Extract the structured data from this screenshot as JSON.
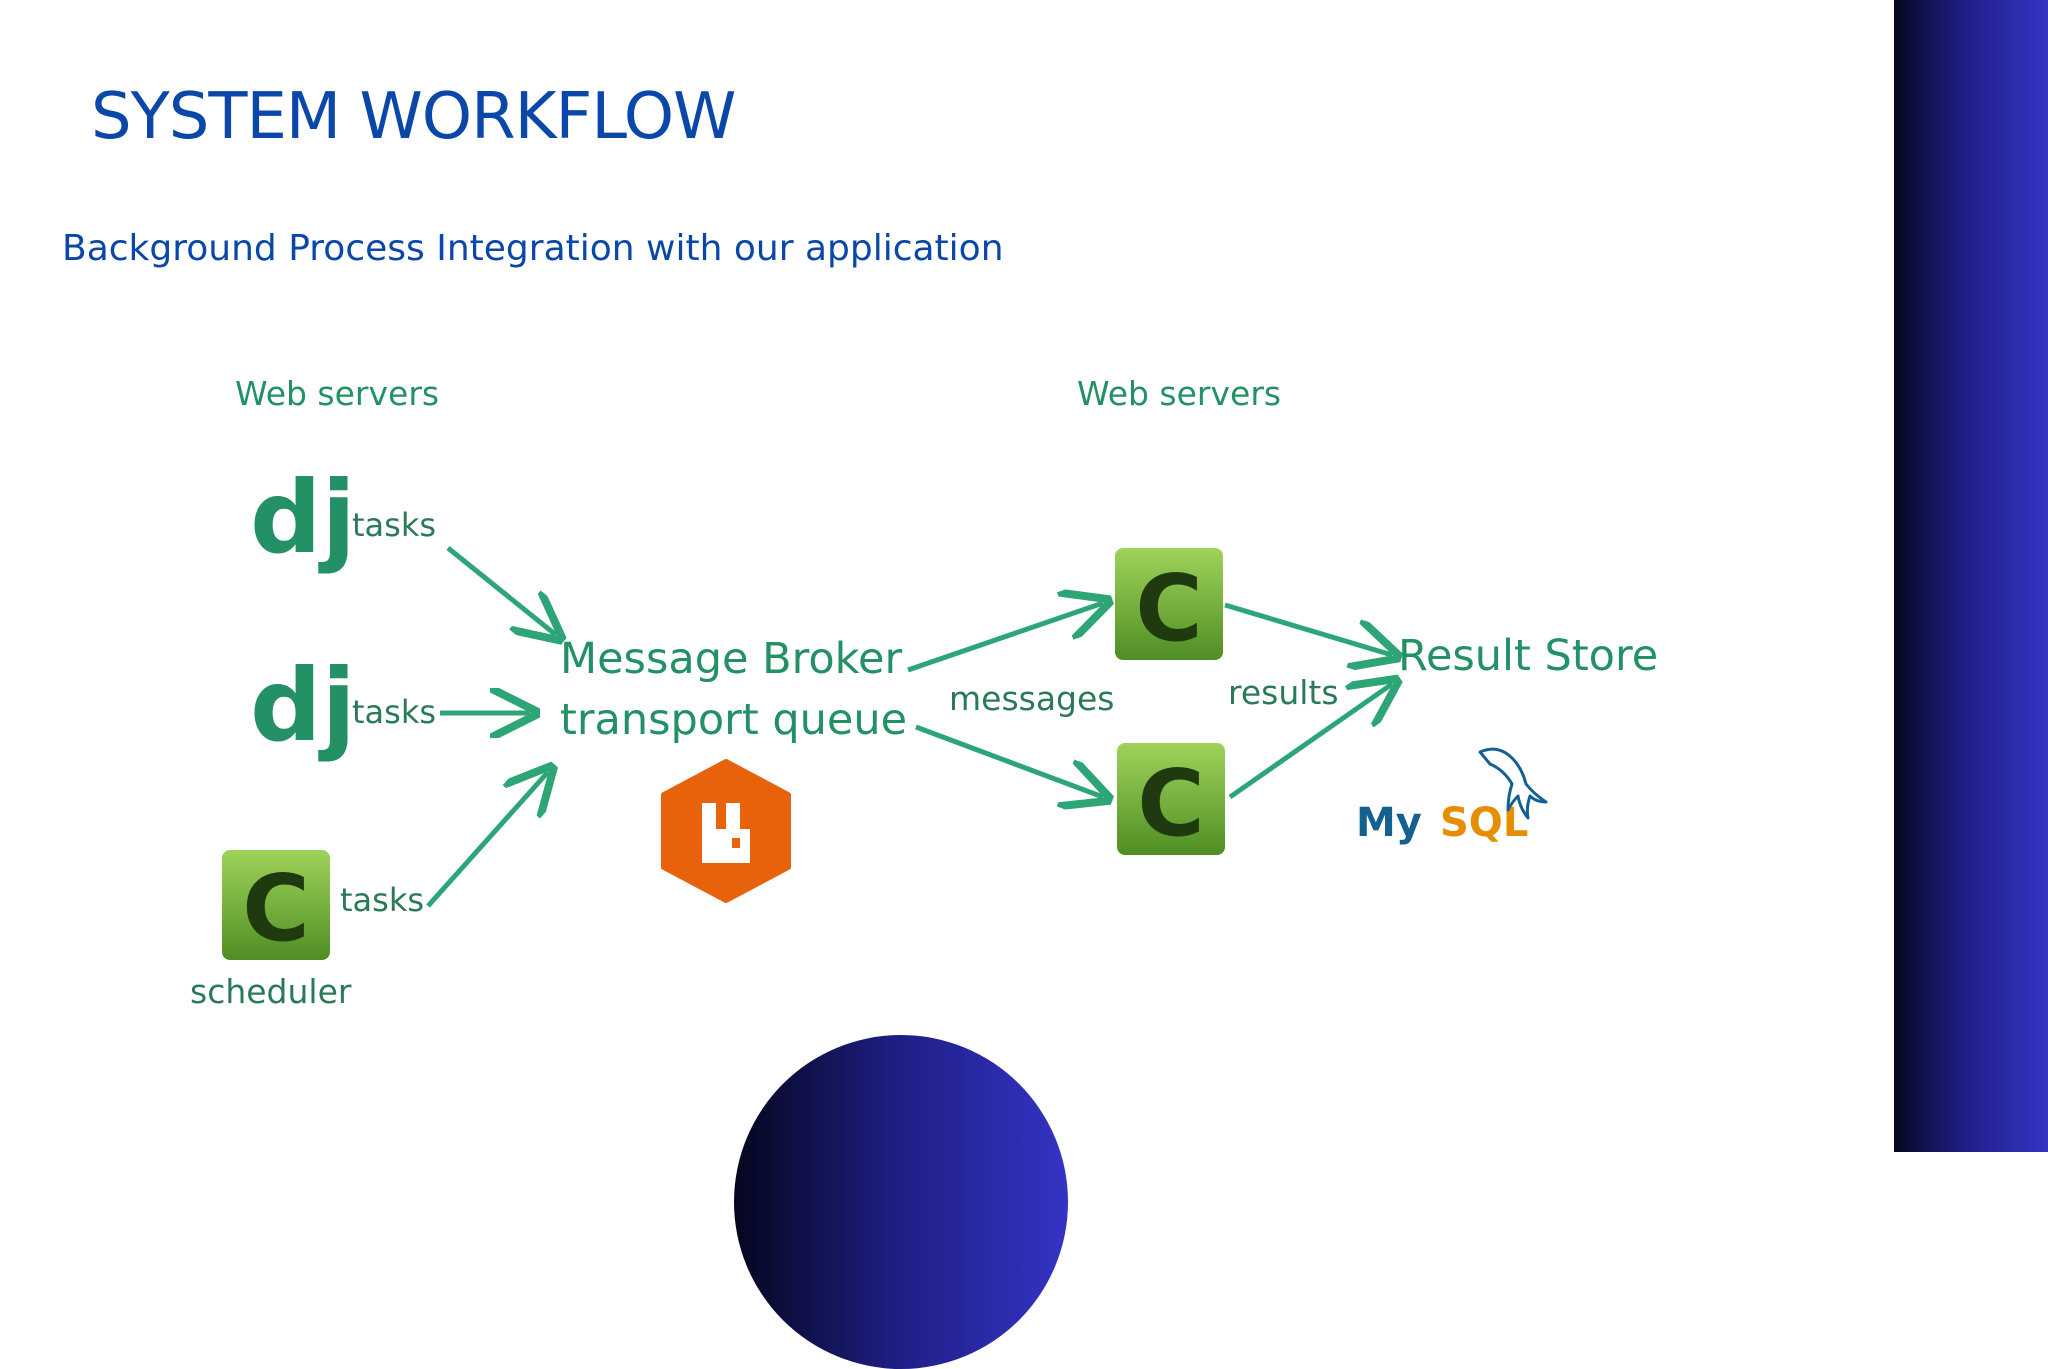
{
  "slide": {
    "title": "SYSTEM WORKFLOW",
    "subtitle": "Background Process Integration with our application"
  },
  "diagram": {
    "left_header": "Web servers",
    "right_header": "Web servers",
    "producers": [
      {
        "icon": "django-logo-icon",
        "logo_text": "dj",
        "edge_label": "tasks"
      },
      {
        "icon": "django-logo-icon",
        "logo_text": "dj",
        "edge_label": "tasks"
      },
      {
        "icon": "celery-logo-icon",
        "logo_text": "C",
        "edge_label": "tasks",
        "caption": "scheduler"
      }
    ],
    "broker": {
      "line1": "Message Broker",
      "line2": "transport queue",
      "icon": "rabbitmq-logo-icon"
    },
    "broker_to_workers_label": "messages",
    "workers": [
      {
        "icon": "celery-logo-icon",
        "logo_text": "C"
      },
      {
        "icon": "celery-logo-icon",
        "logo_text": "C"
      }
    ],
    "workers_to_store_label": "results",
    "result_store": {
      "label": "Result Store",
      "icon": "mysql-logo-icon",
      "logo_text_my": "My",
      "logo_text_sql": "SQL"
    },
    "colors": {
      "accent_green": "#239065",
      "title_blue": "#0a47a8",
      "celery_green": "#5c9a2c",
      "rabbitmq_orange": "#e8620c",
      "mysql_blue": "#136091",
      "mysql_orange": "#e48e00"
    }
  }
}
